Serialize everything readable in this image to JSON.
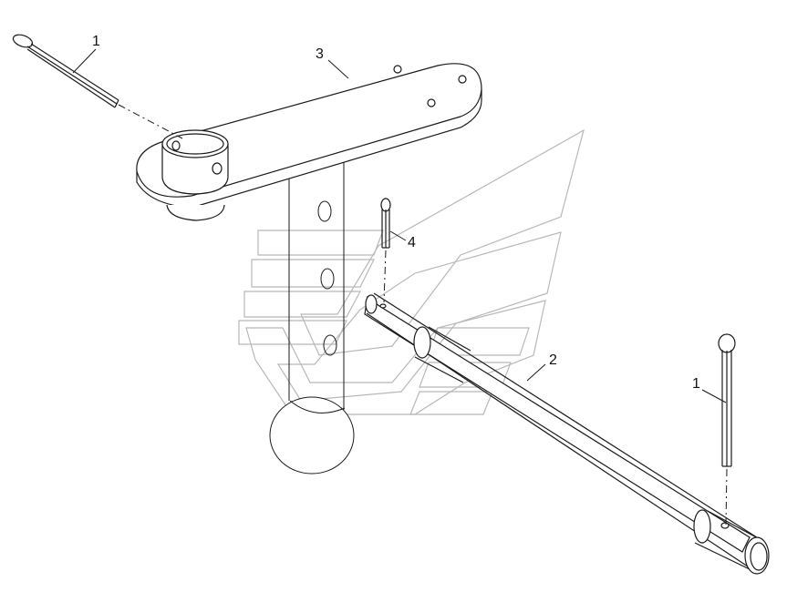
{
  "callouts": {
    "cotter_pin_top": "1",
    "lever_plate": "3",
    "small_cotter_pin": "4",
    "shaft": "2",
    "cotter_pin_right": "1"
  },
  "colors": {
    "line": "#1a1a1a",
    "watermark": "#b8b8b8",
    "background": "#ffffff"
  }
}
